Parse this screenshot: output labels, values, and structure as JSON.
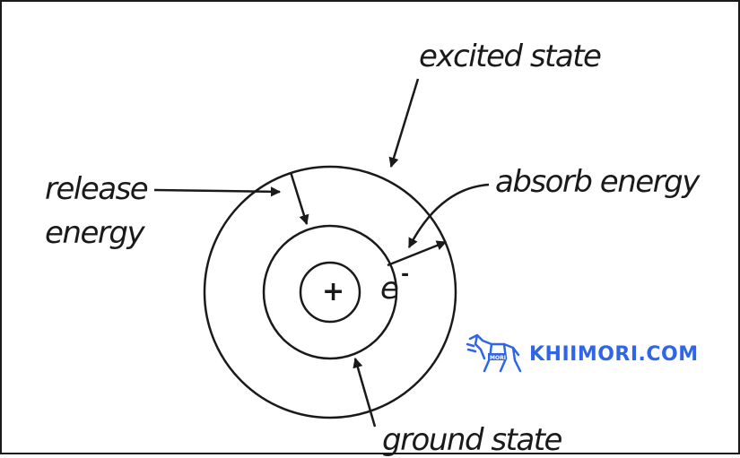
{
  "diagram": {
    "labels": {
      "excited_state": "excited state",
      "release_line1": "release",
      "release_line2": "energy",
      "absorb_energy": "absorb energy",
      "ground_state": "ground state",
      "nucleus": "+",
      "electron": "e",
      "electron_charge": "-"
    }
  },
  "watermark": {
    "text": "KHIIMORI.COM",
    "color": "#2f66e8",
    "logo": "horse-logo-icon"
  }
}
